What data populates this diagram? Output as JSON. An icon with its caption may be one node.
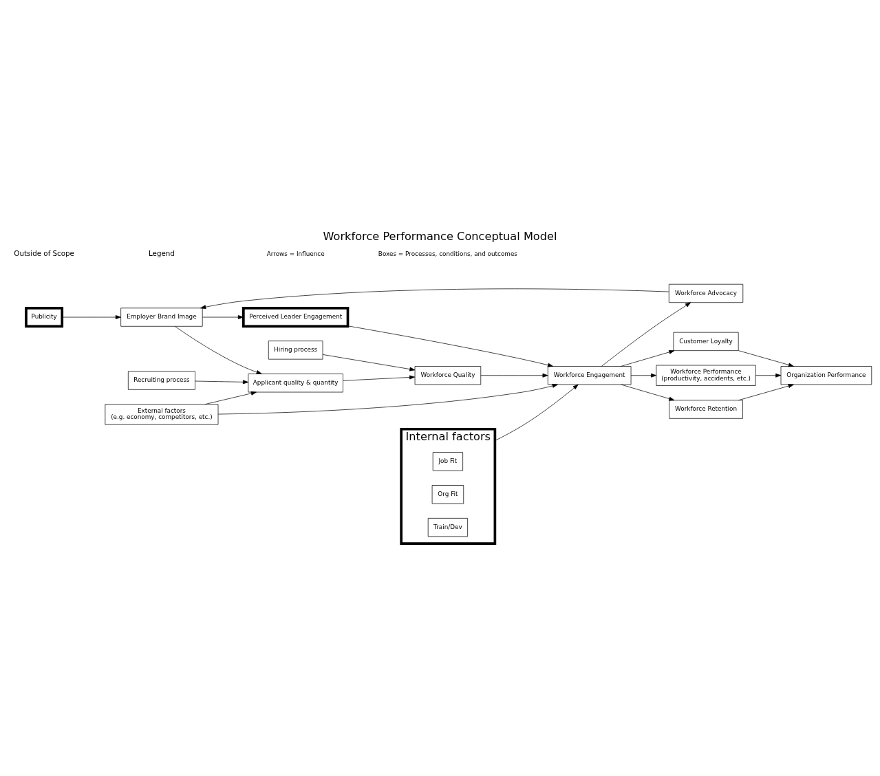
{
  "diagram": {
    "title": "Workforce Performance Conceptual Model",
    "nodes": [
      {
        "text": [
          "Publicity"
        ]
      },
      {
        "text": [
          "Recruiting process"
        ]
      },
      {
        "text": [
          "Perceived Leader Engagement"
        ]
      },
      {
        "text": [
          "Customer Loyalty"
        ]
      },
      {
        "text": [
          "Employer Brand Image"
        ]
      },
      {
        "text": [
          "Applicant quality & quantity"
        ]
      },
      {
        "text": [
          "Workforce Quality"
        ]
      },
      {
        "text": [
          "Workforce Engagement"
        ]
      },
      {
        "text": [
          "Workforce Performance",
          "(productivity, accidents, etc.)"
        ]
      },
      {
        "text": [
          "Organization Performance"
        ]
      },
      {
        "text": [
          "Workforce Retention"
        ]
      },
      {
        "text": [
          "Hiring process"
        ]
      },
      {
        "text": [
          "Internal factors"
        ]
      },
      {
        "text": [
          "Job Fit"
        ],
        "in": 12
      },
      {
        "text": [
          "Org Fit"
        ],
        "in": 12
      },
      {
        "text": [
          "Train/Dev"
        ],
        "in": 12
      },
      {
        "text": [
          "External factors",
          "(e.g. economy, competitors, etc.)"
        ]
      },
      {
        "text": [
          "Workforce Advocacy"
        ]
      }
    ],
    "edges": [
      {
        "from": 0,
        "to": 4,
        "arrow": "to"
      },
      {
        "from": 1,
        "to": 5,
        "arrow": "to"
      },
      {
        "from": 4,
        "to": 5,
        "arrow": "to"
      },
      {
        "from": 5,
        "to": 6,
        "arrow": "to"
      },
      {
        "from": 6,
        "to": 7,
        "arrow": "to"
      },
      {
        "from": 2,
        "to": 7,
        "arrow": "to"
      },
      {
        "from": 4,
        "to": 2,
        "arrow": "to"
      },
      {
        "from": 7,
        "to": 3,
        "arrow": "to"
      },
      {
        "from": 7,
        "to": 8,
        "arrow": "to"
      },
      {
        "from": 7,
        "to": 10,
        "arrow": "to"
      },
      {
        "from": 7,
        "to": 17,
        "arrow": "to"
      },
      {
        "from": 3,
        "to": 9,
        "arrow": "to"
      },
      {
        "from": 8,
        "to": 9,
        "arrow": "to"
      },
      {
        "from": 10,
        "to": 9,
        "arrow": "to"
      },
      {
        "from": 11,
        "to": 6,
        "arrow": "to"
      },
      {
        "from": 16,
        "to": 7,
        "arrow": "to"
      },
      {
        "from": 12,
        "to": 7,
        "arrow": "to"
      },
      {
        "from": 16,
        "to": 5,
        "arrow": "to"
      },
      {
        "from": 17,
        "to": 4,
        "arrow": "to"
      }
    ],
    "labels": [
      "Outside of Scope",
      "Legend"
    ],
    "legend": [
      {
        "text": "Arrows = Influence"
      },
      {
        "text": "Boxes = Processes, conditions, and outcomes"
      }
    ]
  }
}
